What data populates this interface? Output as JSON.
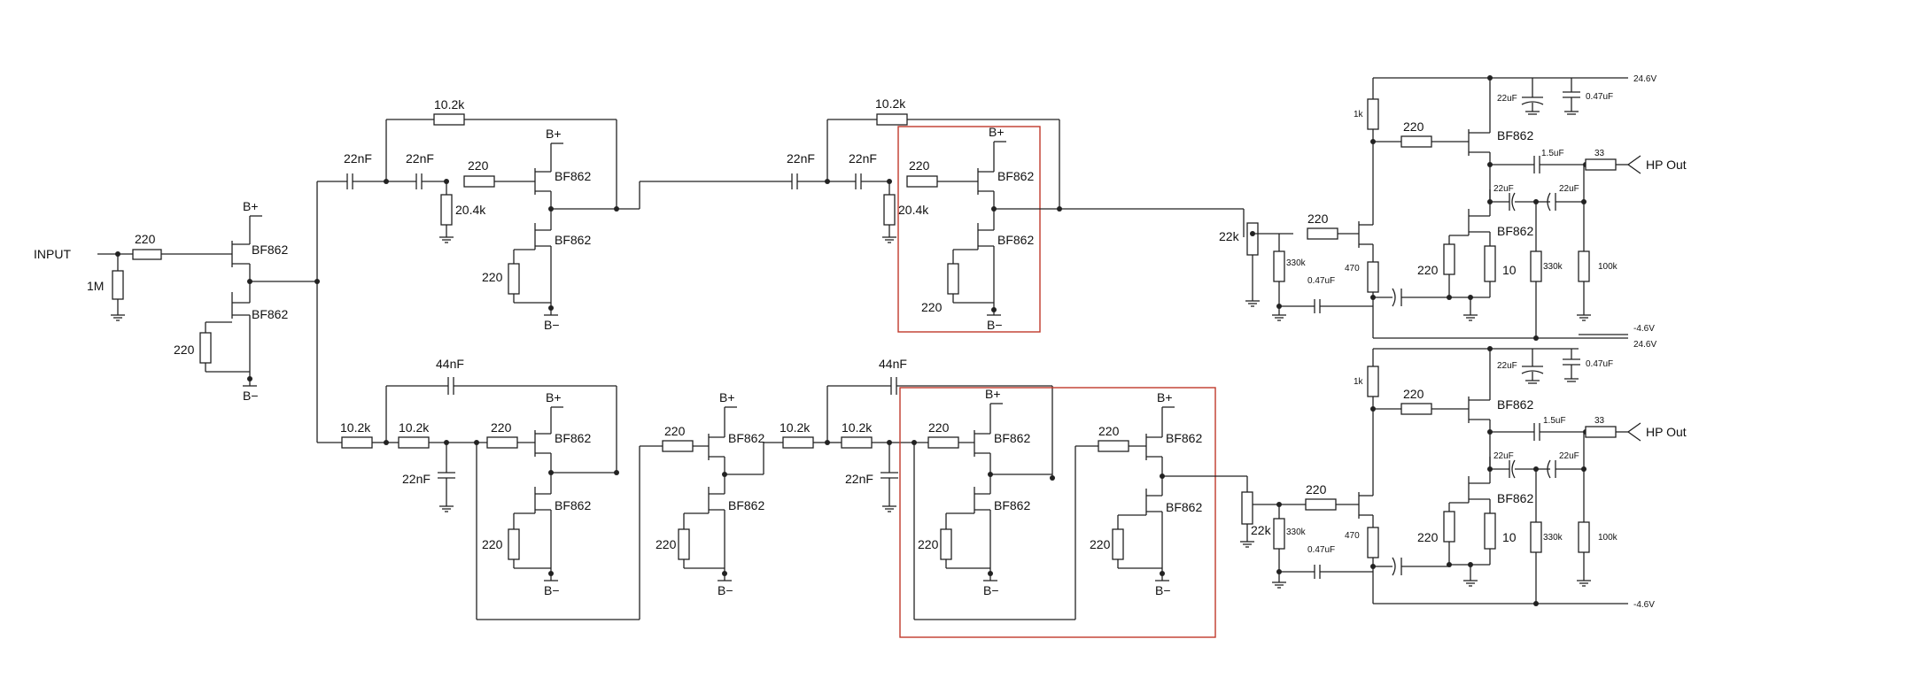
{
  "labels": {
    "input": "INPUT",
    "hp_out_top": "HP Out",
    "hp_out_bottom": "HP Out",
    "b_plus": "B+",
    "b_minus": "B−",
    "transistor": "BF862",
    "rail_pos_top": "24.6V",
    "rail_neg_top": "-4.6V",
    "rail_pos_bottom": "24.6V",
    "rail_neg_bottom": "-4.6V"
  },
  "components": {
    "r_input": "1M",
    "r_220": "220",
    "r_10k2": "10.2k",
    "r_20k4": "20.4k",
    "c_22nF": "22nF",
    "c_44nF": "44nF",
    "r_22k": "22k",
    "r_330k": "330k",
    "r_470": "470",
    "r_1k": "1k",
    "r_10": "10",
    "r_100k": "100k",
    "r_33": "33",
    "c_047uF": "0.47uF",
    "c_22uF": "22uF",
    "c_15uF": "1.5uF"
  },
  "colors": {
    "wire": "#222222",
    "highlight": "#c0392b",
    "background": "#ffffff"
  }
}
